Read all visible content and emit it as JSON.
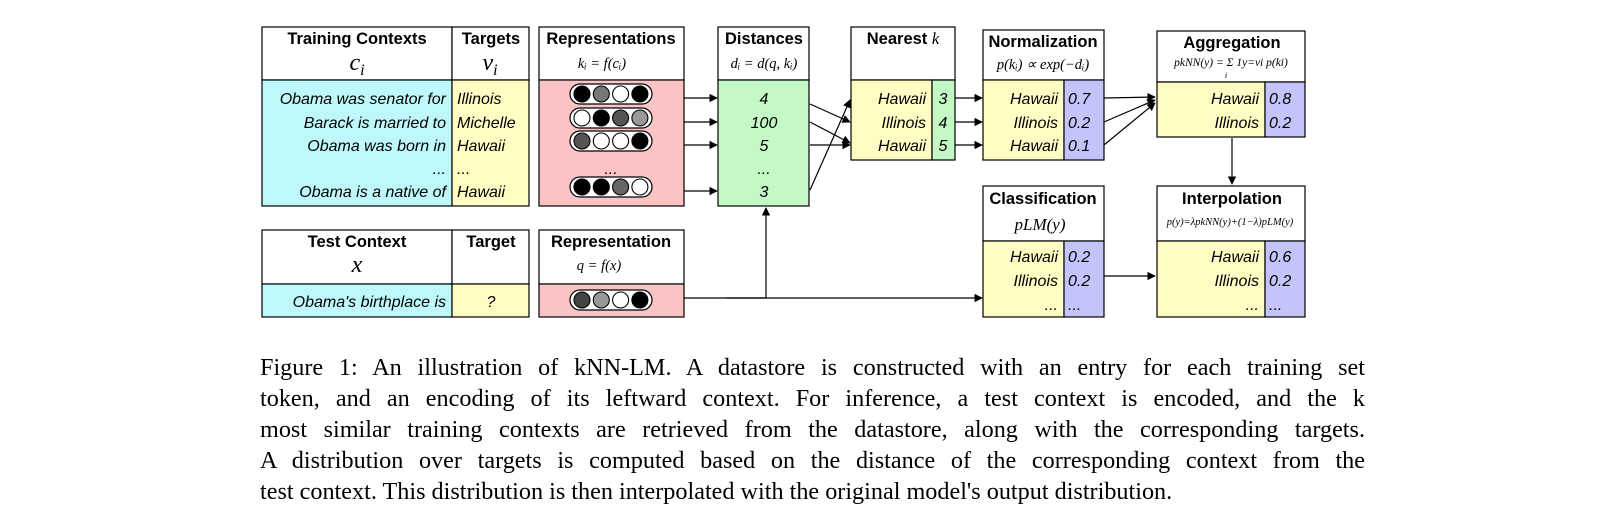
{
  "train": {
    "contexts_header": "Training Contexts",
    "contexts_sym": "c",
    "contexts_sub": "i",
    "targets_header": "Targets",
    "targets_sym": "v",
    "targets_sub": "i",
    "contexts": [
      "Obama was senator for",
      "Barack is married to",
      "Obama was born in",
      "...",
      "Obama is a native of"
    ],
    "targets": [
      "Illinois",
      "Michelle",
      "Hawaii",
      "...",
      "Hawaii"
    ]
  },
  "reps": {
    "header": "Representations",
    "formula": "kᵢ = f(cᵢ)",
    "vectors": [
      [
        "#000000",
        "#777777",
        "#ffffff",
        "#000000"
      ],
      [
        "#ffffff",
        "#000000",
        "#555555",
        "#999999"
      ],
      [
        "#555555",
        "#ffffff",
        "#ffffff",
        "#000000"
      ],
      null,
      [
        "#000000",
        "#000000",
        "#666666",
        "#ffffff"
      ]
    ],
    "ellipsis": "..."
  },
  "distances": {
    "header": "Distances",
    "formula": "dᵢ = d(q, kᵢ)",
    "values": [
      "4",
      "100",
      "5",
      "...",
      "3"
    ]
  },
  "nearest": {
    "header": "Nearest",
    "header_k": "k",
    "words": [
      "Hawaii",
      "Illinois",
      "Hawaii"
    ],
    "dists": [
      "3",
      "4",
      "5"
    ]
  },
  "normalization": {
    "header": "Normalization",
    "formula": "p(kᵢ) ∝ exp(−dᵢ)",
    "words": [
      "Hawaii",
      "Illinois",
      "Hawaii"
    ],
    "probs": [
      "0.7",
      "0.2",
      "0.1"
    ]
  },
  "aggregation": {
    "header": "Aggregation",
    "formula": "pkNN(y) = Σ 1y=vi p(ki)",
    "formula_sub": "i",
    "words": [
      "Hawaii",
      "Illinois"
    ],
    "probs": [
      "0.8",
      "0.2"
    ]
  },
  "test": {
    "context_header": "Test Context",
    "context_sym": "x",
    "target_header": "Target",
    "context": "Obama's birthplace is",
    "target": "?"
  },
  "query": {
    "header": "Representation",
    "formula": "q = f(x)",
    "vector": [
      "#444444",
      "#999999",
      "#ffffff",
      "#000000"
    ]
  },
  "classification": {
    "header": "Classification",
    "formula": "pLM(y)",
    "words": [
      "Hawaii",
      "Illinois",
      "..."
    ],
    "probs": [
      "0.2",
      "0.2",
      "..."
    ]
  },
  "interpolation": {
    "header": "Interpolation",
    "formula": "p(y)=λpkNN(y)+(1−λ)pLM(y)",
    "words": [
      "Hawaii",
      "Illinois",
      "..."
    ],
    "probs": [
      "0.6",
      "0.2",
      "..."
    ]
  },
  "colors": {
    "cyan": "#bff8fb",
    "yellow": "#fffdc4",
    "pink": "#fbc4c4",
    "green": "#c4f8c4",
    "purple": "#c4c4fb"
  },
  "caption": {
    "lines": [
      "Figure 1: An illustration of kNN-LM. A datastore is constructed with an entry for each training set",
      "token, and an encoding of its leftward context. For inference, a test context is encoded, and the k",
      "most similar training contexts are retrieved from the datastore, along with the corresponding targets.",
      "A distribution over targets is computed based on the distance of the corresponding context from the",
      "test context. This distribution is then interpolated with the original model's output distribution."
    ]
  }
}
